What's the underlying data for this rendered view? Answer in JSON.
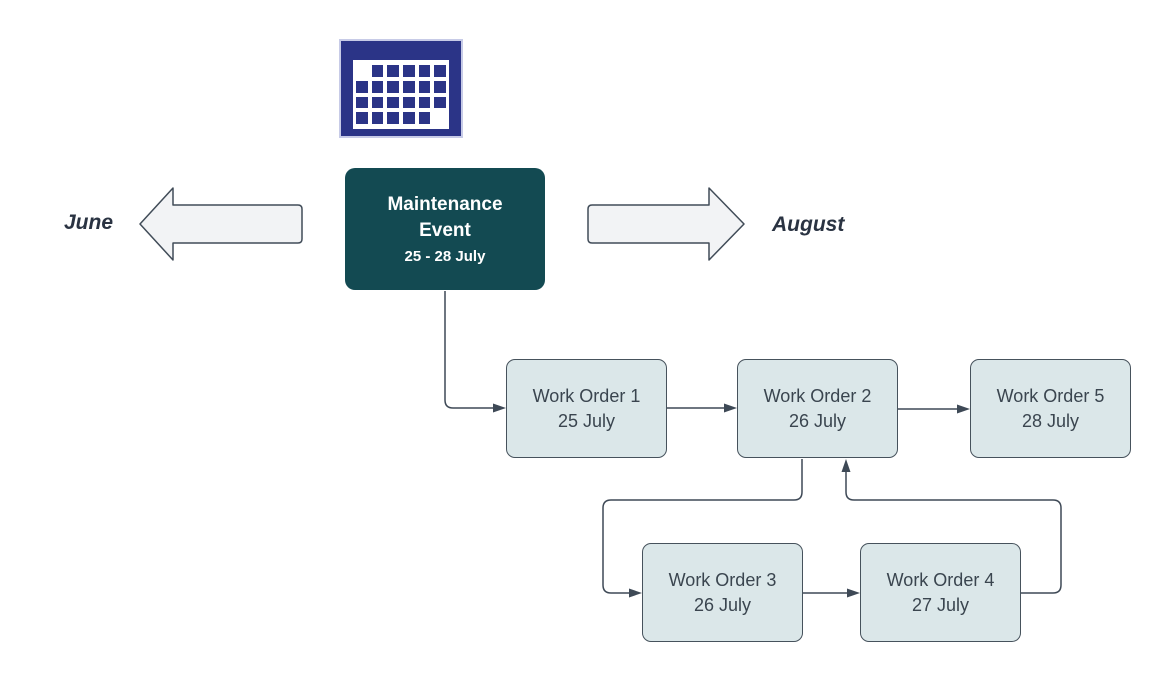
{
  "diagram": {
    "title_hint": "Maintenance event work order flow",
    "calendar_icon": {
      "name": "calendar-icon",
      "grid": [
        [
          0,
          1,
          1,
          1,
          1,
          1
        ],
        [
          1,
          1,
          1,
          1,
          1,
          1
        ],
        [
          1,
          1,
          1,
          1,
          1,
          1
        ],
        [
          1,
          1,
          1,
          1,
          1,
          0
        ]
      ]
    },
    "event": {
      "title": "Maintenance Event",
      "date": "25 - 28 July"
    },
    "timeline": {
      "left_label": "June",
      "right_label": "August"
    },
    "work_orders": [
      {
        "id": "wo1",
        "title": "Work Order 1",
        "date": "25 July"
      },
      {
        "id": "wo2",
        "title": "Work Order 2",
        "date": "26 July"
      },
      {
        "id": "wo3",
        "title": "Work Order 3",
        "date": "26 July"
      },
      {
        "id": "wo4",
        "title": "Work Order 4",
        "date": "27 July"
      },
      {
        "id": "wo5",
        "title": "Work Order 5",
        "date": "28 July"
      }
    ],
    "edges": [
      {
        "from": "maintenance-event",
        "to": "wo1"
      },
      {
        "from": "wo1",
        "to": "wo2"
      },
      {
        "from": "wo2",
        "to": "wo5"
      },
      {
        "from": "wo2",
        "to": "wo3"
      },
      {
        "from": "wo3",
        "to": "wo4"
      },
      {
        "from": "wo4",
        "to": "wo2"
      }
    ],
    "colors": {
      "calendar_navy": "#2B3487",
      "calendar_border": "#C7CBE7",
      "event_fill": "#134A52",
      "event_text": "#FFFFFF",
      "work_order_fill": "#DBE7E9",
      "work_order_border": "#46525C",
      "work_order_text": "#3A454F",
      "timeline_arrow_fill": "#F2F3F5",
      "timeline_arrow_border": "#414C58",
      "connector": "#3E4956",
      "month_text": "#2A3342",
      "background": "#FFFFFF"
    }
  }
}
